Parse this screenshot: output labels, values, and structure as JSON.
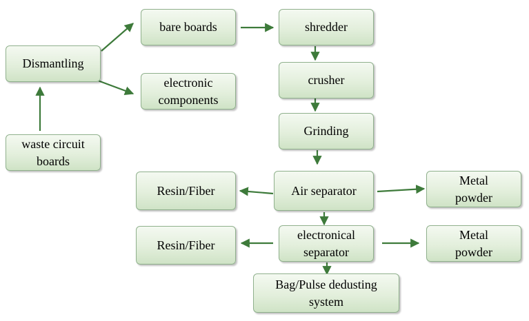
{
  "nodes": {
    "dismantling": "Dismantling",
    "waste_circuit_boards": "waste circuit\nboards",
    "bare_boards": "bare boards",
    "electronic_components": "electronic\ncomponents",
    "shredder": "shredder",
    "crusher": "crusher",
    "grinding": "Grinding",
    "air_separator": "Air separator",
    "resin_fiber_1": "Resin/Fiber",
    "metal_powder_1": "Metal\npowder",
    "electronical_separator": "electronical\nseparator",
    "resin_fiber_2": "Resin/Fiber",
    "metal_powder_2": "Metal\npowder",
    "dedusting_system": "Bag/Pulse dedusting\nsystem"
  },
  "colors": {
    "arrow": "#3d7a3a",
    "node_border": "#8fb08c",
    "node_fill": "#e3efdc"
  }
}
